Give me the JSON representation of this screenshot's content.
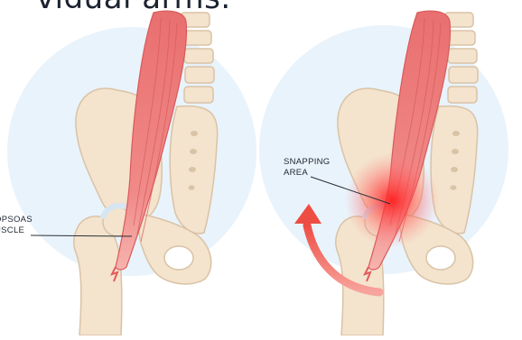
{
  "header": {
    "title_fragment": "vidual arms."
  },
  "panels": [
    {
      "label_lines": [
        "OPSOAS",
        "USCLE"
      ],
      "state": "normal"
    },
    {
      "label_lines": [
        "SNAPPING",
        "AREA"
      ],
      "state": "snapping"
    }
  ],
  "colors": {
    "background_circle": "#e9f3fb",
    "bone": "#f4e3cd",
    "bone_outline": "#d9c3a6",
    "muscle": "#f07d7d",
    "muscle_stripe": "#d95a5a",
    "snap_glow": "#ff2f2f",
    "arrow": "#f15a4f",
    "cartilage": "#d6e5f2"
  },
  "icons": [
    "curved-arrow-icon",
    "snapping-glow-icon"
  ]
}
